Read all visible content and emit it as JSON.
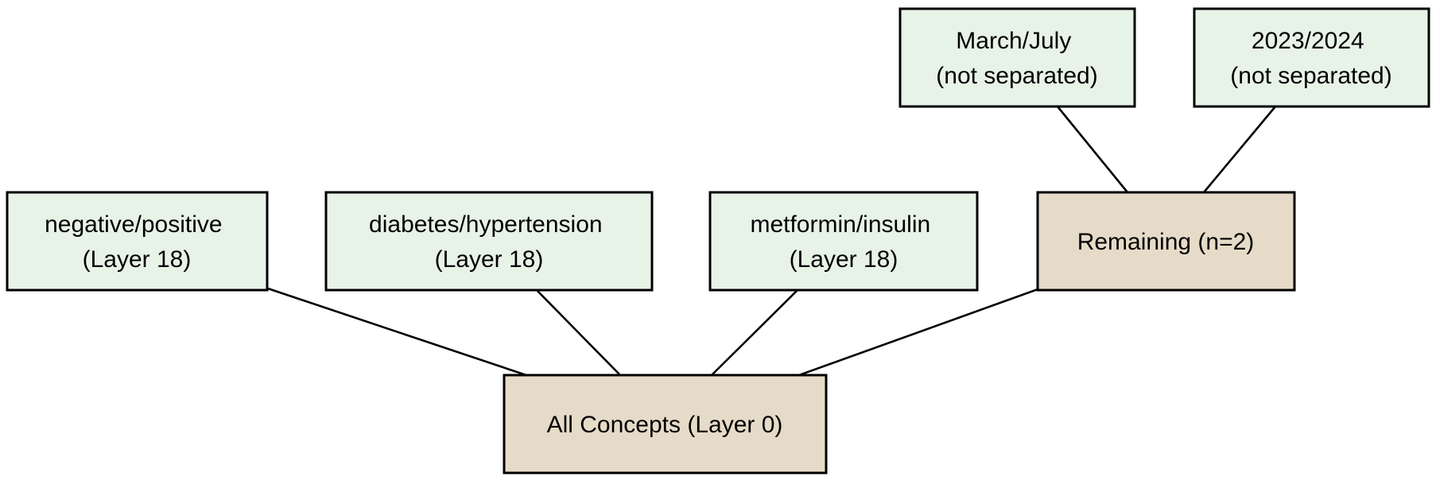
{
  "colors": {
    "leaf_fill": "#e8f3e8",
    "branch_fill": "#e6dbc8",
    "stroke": "#000000"
  },
  "nodes": {
    "root": {
      "lines": [
        "All Concepts (Layer 0)"
      ]
    },
    "negative_positive": {
      "lines": [
        "negative/positive",
        "(Layer 18)"
      ]
    },
    "diabetes_hypertension": {
      "lines": [
        "diabetes/hypertension",
        "(Layer 18)"
      ]
    },
    "metformin_insulin": {
      "lines": [
        "metformin/insulin",
        "(Layer 18)"
      ]
    },
    "remaining": {
      "lines": [
        "Remaining (n=2)"
      ]
    },
    "march_july": {
      "lines": [
        "March/July",
        "(not separated)"
      ]
    },
    "year_2023_2024": {
      "lines": [
        "2023/2024",
        "(not separated)"
      ]
    }
  },
  "edges": [
    {
      "from": "negative_positive",
      "to": "root"
    },
    {
      "from": "diabetes_hypertension",
      "to": "root"
    },
    {
      "from": "metformin_insulin",
      "to": "root"
    },
    {
      "from": "remaining",
      "to": "root"
    },
    {
      "from": "march_july",
      "to": "remaining"
    },
    {
      "from": "year_2023_2024",
      "to": "remaining"
    }
  ]
}
